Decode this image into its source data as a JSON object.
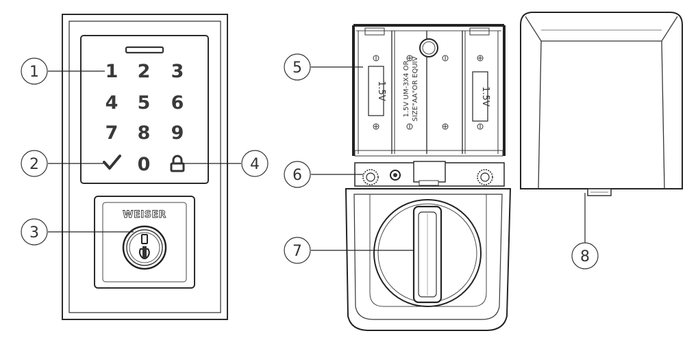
{
  "keypad": {
    "keys": [
      "1",
      "2",
      "3",
      "4",
      "5",
      "6",
      "7",
      "8",
      "9",
      "0"
    ],
    "check_icon": "check-icon",
    "lock_icon": "lock-icon"
  },
  "brand": "WEISER",
  "battery_labels": {
    "left": "1.5V",
    "right": "1.5V",
    "center_line1": "1.5V UM-3X4 OR",
    "center_line2": "SIZE\"AA\"OR EQUIV"
  },
  "callouts": [
    "1",
    "2",
    "3",
    "4",
    "5",
    "6",
    "7",
    "8"
  ]
}
